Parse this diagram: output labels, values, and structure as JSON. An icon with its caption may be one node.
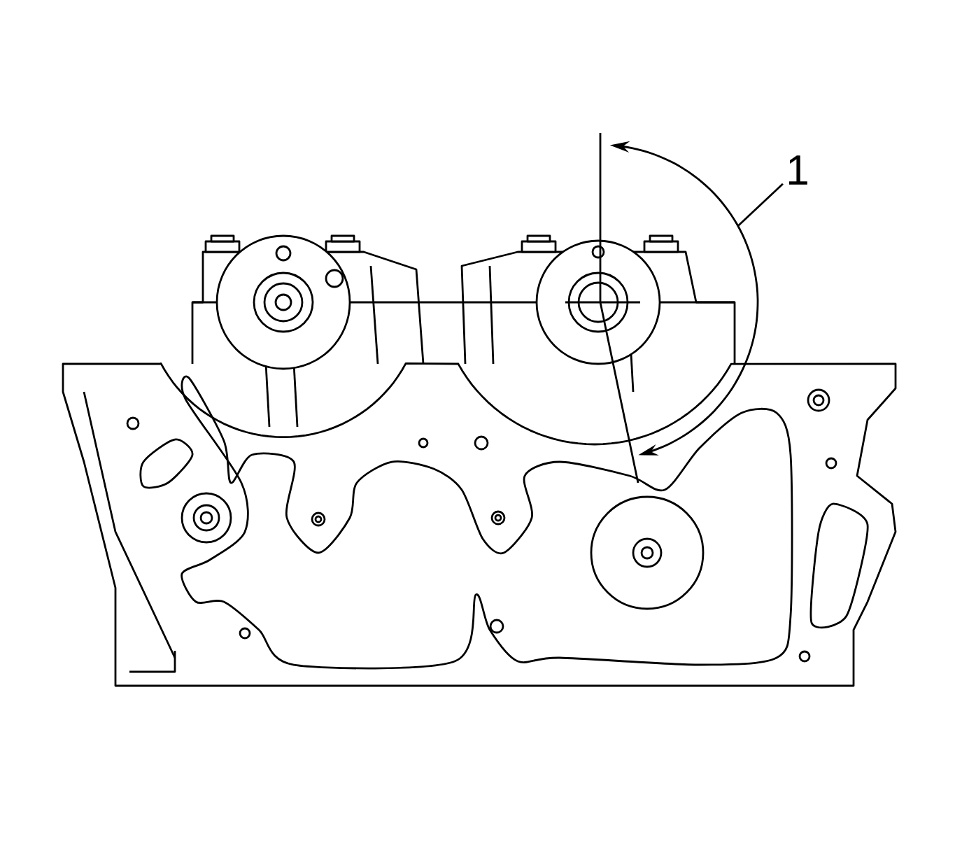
{
  "diagram": {
    "nodes": [
      {
        "text": [
          "1"
        ]
      },
      {
        "text": [],
        "shape": "arc"
      }
    ],
    "edges": [
      {
        "from": 0,
        "to": 1,
        "arrow": "none"
      }
    ]
  }
}
